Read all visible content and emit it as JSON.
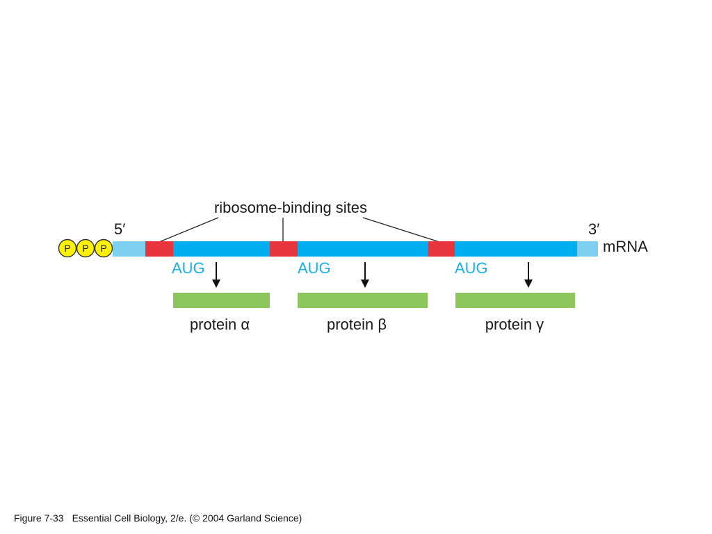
{
  "diagram": {
    "title": "ribosome-binding sites",
    "five_prime_label": "5′",
    "three_prime_label": "3′",
    "mrna_label": "mRNA",
    "phosphate_label": "P",
    "start_codon_label": "AUG",
    "proteins": [
      {
        "label": "protein α"
      },
      {
        "label": "protein β"
      },
      {
        "label": "protein γ"
      }
    ],
    "colors": {
      "utr": "#7fcff0",
      "coding": "#00aeef",
      "ribosome_binding_site": "#e8343c",
      "protein": "#8cc65c",
      "phosphate_fill": "#fff200",
      "aug_text": "#1ab0e6"
    }
  },
  "caption": {
    "figure": "Figure 7-33",
    "text": "Essential Cell Biology, 2/e. (© 2004 Garland Science)"
  }
}
